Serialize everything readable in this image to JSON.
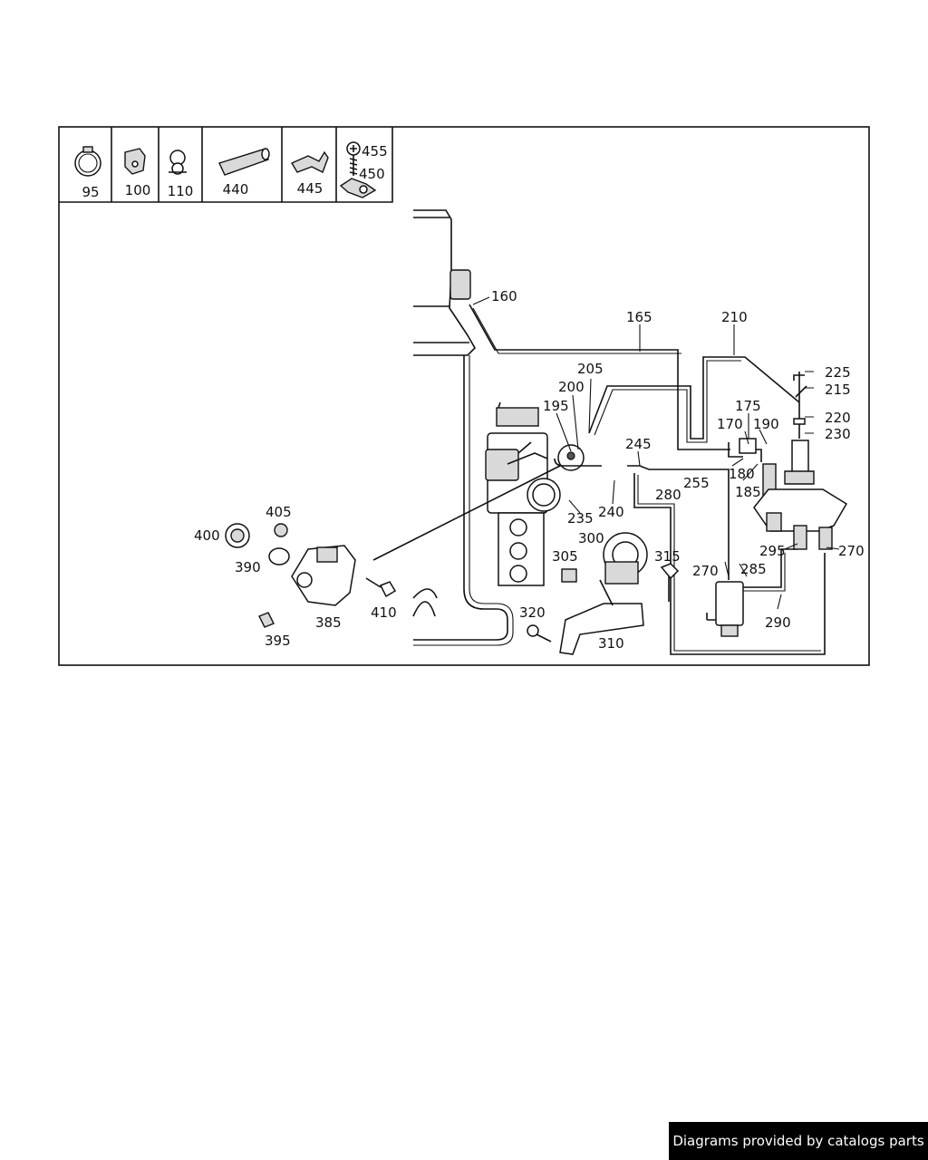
{
  "legend_items": [
    {
      "label": "95",
      "icon": "hose-clamp-icon"
    },
    {
      "label": "100",
      "icon": "bracket-icon"
    },
    {
      "label": "110",
      "icon": "clip-icon"
    },
    {
      "label": "440",
      "icon": "sleeve-icon"
    },
    {
      "label": "445",
      "icon": "holder-icon"
    },
    {
      "label": "455",
      "icon": "screw-icon"
    },
    {
      "label": "450",
      "icon": "retainer-clip-icon"
    }
  ],
  "callouts": {
    "c160": "160",
    "c165": "165",
    "c210": "210",
    "c205": "205",
    "c200": "200",
    "c195": "195",
    "c225": "225",
    "c215": "215",
    "c175": "175",
    "c170": "170",
    "c190": "190",
    "c220": "220",
    "c230": "230",
    "c245": "245",
    "c180": "180",
    "c185": "185",
    "c255": "255",
    "c280": "280",
    "c240": "240",
    "c235": "235",
    "c405": "405",
    "c400": "400",
    "c300": "300",
    "c305": "305",
    "c315": "315",
    "c295": "295",
    "c270a": "270",
    "c270b": "270",
    "c285": "285",
    "c390": "390",
    "c410": "410",
    "c320": "320",
    "c385": "385",
    "c290": "290",
    "c395": "395",
    "c310": "310"
  },
  "footer": {
    "text": "Diagrams provided by catalogs parts"
  }
}
